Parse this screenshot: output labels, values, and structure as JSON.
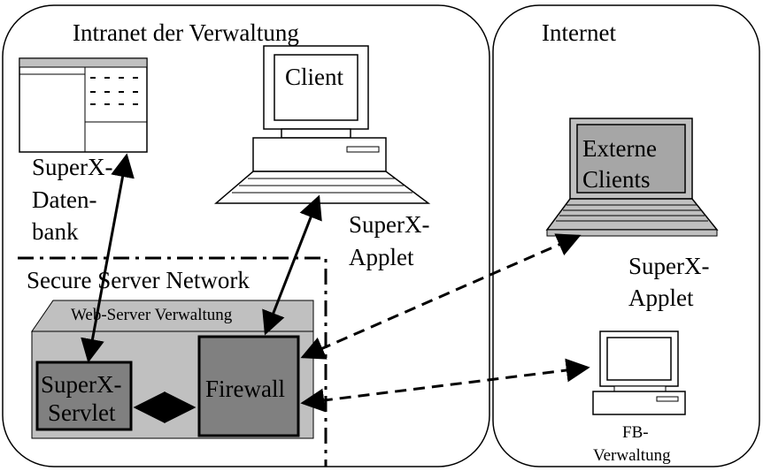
{
  "zones": {
    "intranet_title": "Intranet der Verwaltung",
    "internet_title": "Internet",
    "secure_network_title": "Secure Server Network"
  },
  "database": {
    "label_1": "SuperX-",
    "label_2": "Daten-",
    "label_3": "bank"
  },
  "client": {
    "screen_label": "Client",
    "applet_1": "SuperX-",
    "applet_2": "Applet"
  },
  "server": {
    "title": "Web-Server Verwaltung",
    "servlet_1": "SuperX-",
    "servlet_2": "Servlet",
    "firewall": "Firewall"
  },
  "external": {
    "screen_1": "Externe",
    "screen_2": "Clients",
    "applet_1": "SuperX-",
    "applet_2": "Applet",
    "fb_1": "FB-",
    "fb_2": "Verwaltung"
  },
  "colors": {
    "server_fill": "#c0c0c0",
    "component_fill": "#808080",
    "laptop_screen": "#a6a6a6",
    "laptop_inner": "#b8b8b8"
  }
}
